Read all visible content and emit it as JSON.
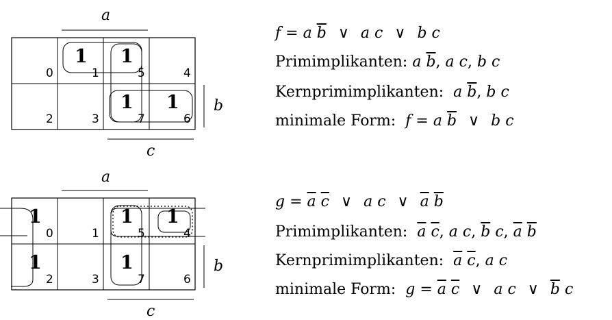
{
  "vars": {
    "a": "a",
    "b": "b",
    "c": "c"
  },
  "kmap1": {
    "cells": [
      {
        "row": 0,
        "col": 0,
        "num": "0",
        "value": ""
      },
      {
        "row": 0,
        "col": 1,
        "num": "1",
        "value": "1"
      },
      {
        "row": 0,
        "col": 2,
        "num": "5",
        "value": "1"
      },
      {
        "row": 0,
        "col": 3,
        "num": "4",
        "value": ""
      },
      {
        "row": 1,
        "col": 0,
        "num": "2",
        "value": ""
      },
      {
        "row": 1,
        "col": 1,
        "num": "3",
        "value": ""
      },
      {
        "row": 1,
        "col": 2,
        "num": "7",
        "value": "1"
      },
      {
        "row": 1,
        "col": 3,
        "num": "6",
        "value": "1"
      }
    ]
  },
  "kmap2": {
    "cells": [
      {
        "row": 0,
        "col": 0,
        "num": "0",
        "value": "1"
      },
      {
        "row": 0,
        "col": 1,
        "num": "1",
        "value": ""
      },
      {
        "row": 0,
        "col": 2,
        "num": "5",
        "value": "1"
      },
      {
        "row": 0,
        "col": 3,
        "num": "4",
        "value": "1"
      },
      {
        "row": 1,
        "col": 0,
        "num": "2",
        "value": "1"
      },
      {
        "row": 1,
        "col": 1,
        "num": "3",
        "value": ""
      },
      {
        "row": 1,
        "col": 2,
        "num": "7",
        "value": "1"
      },
      {
        "row": 1,
        "col": 3,
        "num": "6",
        "value": ""
      }
    ]
  },
  "labels": {
    "prim": "Primimplikanten:",
    "kern": "Kernprimimplikanten:",
    "minimal": "minimale Form:",
    "f": "f",
    "g": "g",
    "eq": "=",
    "or": "∨"
  }
}
